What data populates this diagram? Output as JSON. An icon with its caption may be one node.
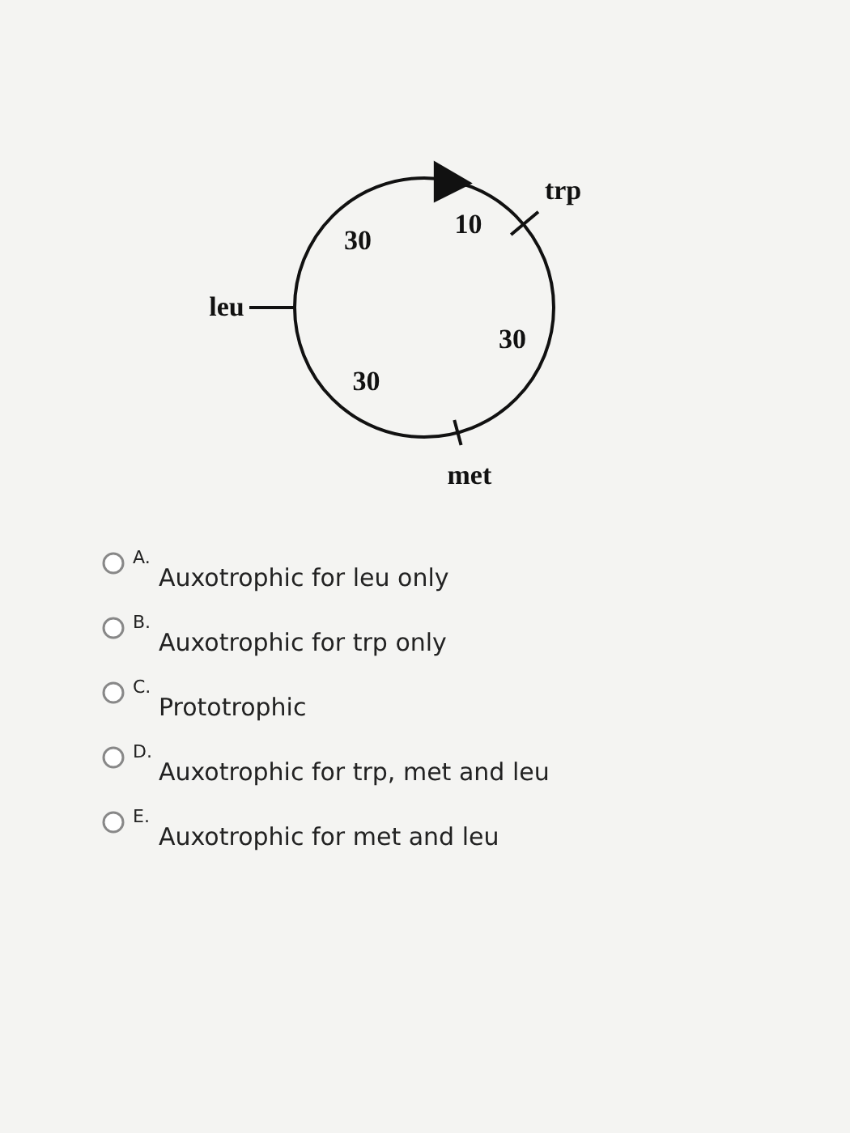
{
  "diagram": {
    "labels": [
      "30",
      "10",
      "trp",
      "leu",
      "30",
      "30",
      "met",
      "A.",
      "Auxotrophic for leu only",
      "B.",
      "Auxotrophic for trp only",
      "C.",
      "Prototrophic",
      "D.",
      "Auxotrophic for trp, met and leu",
      "E.",
      "Auxotrophic for met and leu"
    ]
  }
}
